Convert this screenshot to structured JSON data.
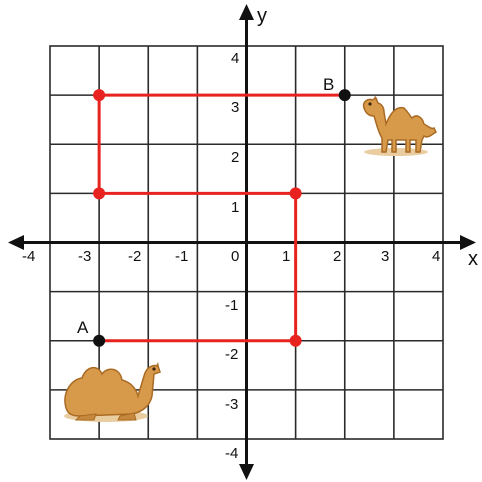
{
  "axes": {
    "x_label": "x",
    "y_label": "y",
    "x_ticks": [
      "-4",
      "-3",
      "-2",
      "-1",
      "0",
      "1",
      "2",
      "3",
      "4"
    ],
    "y_ticks": [
      "4",
      "3",
      "2",
      "1",
      "-1",
      "-2",
      "-3",
      "-4"
    ],
    "range": [
      -4,
      4
    ]
  },
  "points": {
    "start": {
      "label": "A",
      "x": -3,
      "y": -2
    },
    "end": {
      "label": "B",
      "x": 2,
      "y": 3
    }
  },
  "path": [
    [
      -3,
      -2
    ],
    [
      1,
      -2
    ],
    [
      1,
      1
    ],
    [
      -3,
      1
    ],
    [
      -3,
      3
    ],
    [
      2,
      3
    ]
  ],
  "path_points": [
    [
      -3,
      3
    ],
    [
      -3,
      1
    ],
    [
      1,
      1
    ],
    [
      1,
      -2
    ]
  ],
  "colors": {
    "path": "#e8231f",
    "grid": "#2a2a2a",
    "camel": "#d79a4a",
    "camel_dark": "#a96a24"
  },
  "icons": {
    "start_camel": "resting-camel-icon",
    "end_camel": "standing-camel-icon"
  }
}
